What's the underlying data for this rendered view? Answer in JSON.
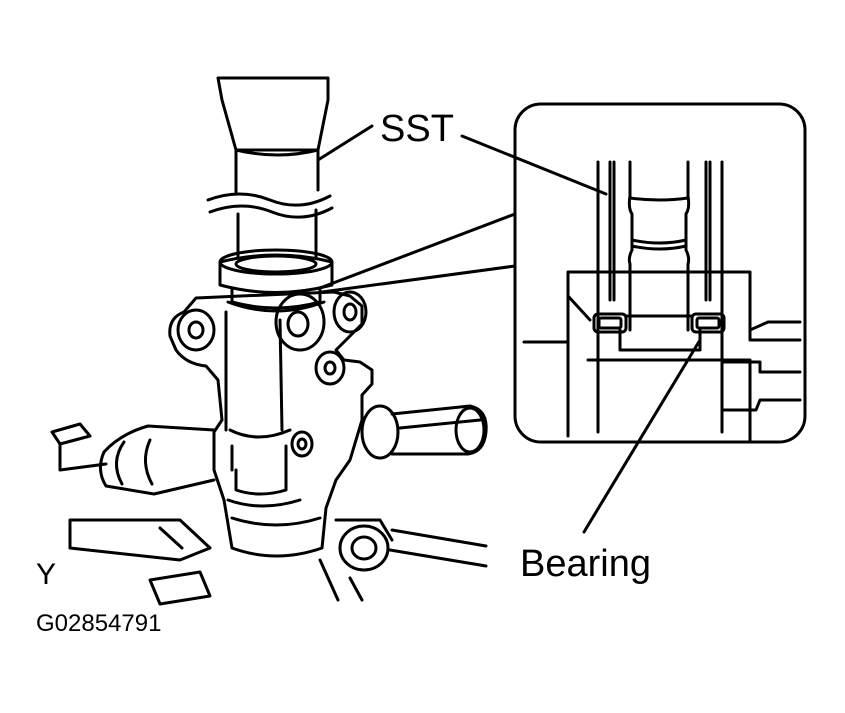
{
  "labels": {
    "sst": "SST",
    "bearing": "Bearing",
    "view_marker": "Y",
    "figure_code": "G02854791"
  },
  "colors": {
    "line": "#000000",
    "background": "#ffffff"
  },
  "icons": {
    "detail": "magnified-bearing-detail",
    "assembly": "steering-gear-housing"
  }
}
